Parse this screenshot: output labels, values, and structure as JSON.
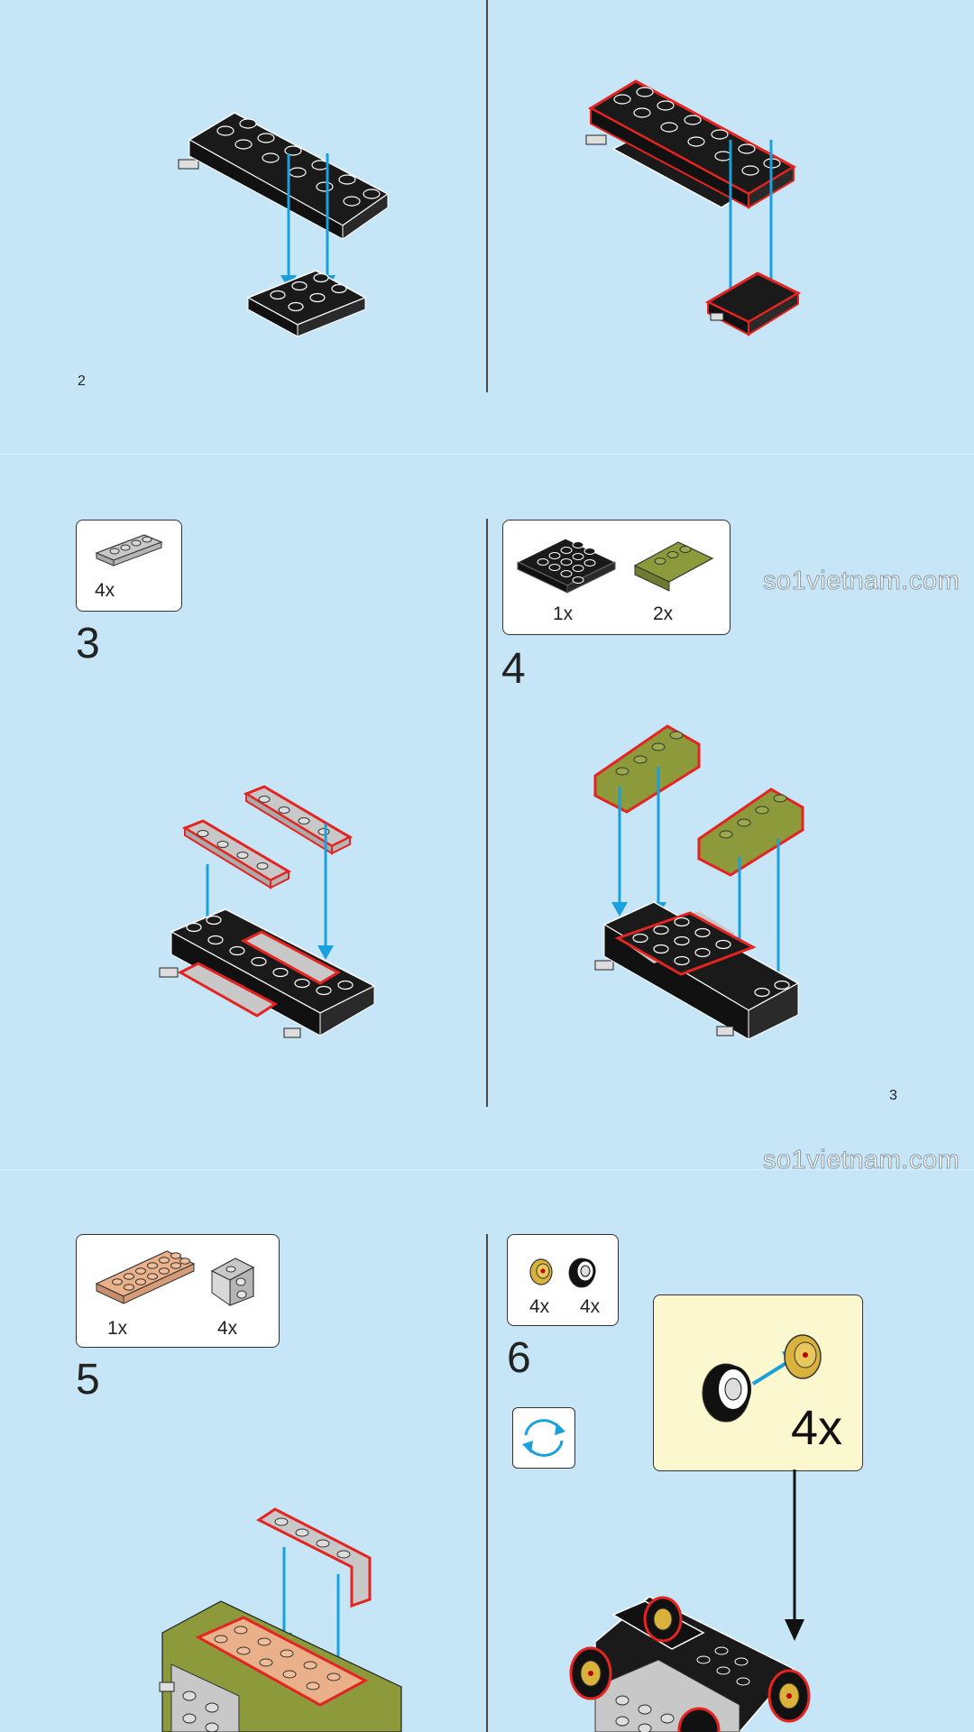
{
  "page": {
    "numbers": [
      "2",
      "3"
    ],
    "watermark": "so1vietnam.com"
  },
  "steps": [
    {
      "number": "3",
      "parts": [
        {
          "name": "gray-plate-1x4",
          "qty": "4x"
        }
      ]
    },
    {
      "number": "4",
      "parts": [
        {
          "name": "black-plate-4x4",
          "qty": "1x"
        },
        {
          "name": "olive-mudguard",
          "qty": "2x"
        }
      ]
    },
    {
      "number": "5",
      "parts": [
        {
          "name": "tan-plate-2x6",
          "qty": "1x"
        },
        {
          "name": "gray-bracket",
          "qty": "4x"
        }
      ]
    },
    {
      "number": "6",
      "parts": [
        {
          "name": "yellow-hub",
          "qty": "4x"
        },
        {
          "name": "black-tire",
          "qty": "4x"
        }
      ],
      "callout_qty": "4x",
      "rotate_icon": "rotate-model-icon"
    }
  ],
  "colors": {
    "background": "#c6e6f8",
    "highlight": "#e32420",
    "arrow": "#1aa0dd",
    "olive": "#8c9a3c",
    "tan": "#e9b08a",
    "gray": "#c8c8c8",
    "black": "#1a1a1a",
    "callout": "#fbf8cf"
  }
}
